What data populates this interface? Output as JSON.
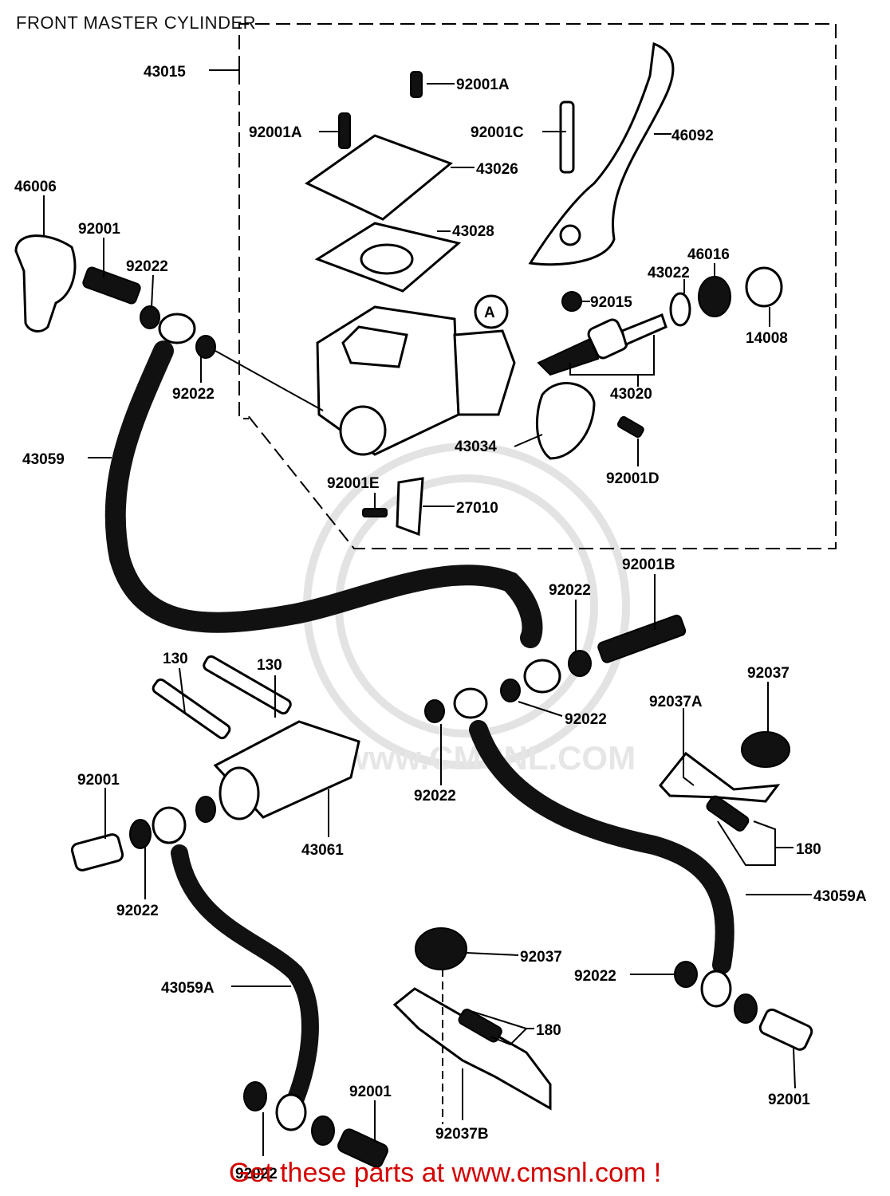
{
  "title": "FRONT MASTER CYLINDER",
  "footer": "Get these parts at www.cmsnl.com !",
  "watermark": "www.CMSNL.COM",
  "labels": {
    "l43015": "43015",
    "l92001A_top": "92001A",
    "l92001A_left": "92001A",
    "l92001C": "92001C",
    "l46092": "46092",
    "l43026": "43026",
    "l43028": "43028",
    "l46006": "46006",
    "l92001_a": "92001",
    "l92022_a": "92022",
    "l92022_b": "92022",
    "lA": "A",
    "l92015": "92015",
    "l43022": "43022",
    "l46016": "46016",
    "l14008": "14008",
    "l43020": "43020",
    "l43034": "43034",
    "l92001D": "92001D",
    "l43059": "43059",
    "l92001E": "92001E",
    "l27010": "27010",
    "l92001B": "92001B",
    "l92022_c": "92022",
    "l130_a": "130",
    "l130_b": "130",
    "l92022_d": "92022",
    "l92037": "92037",
    "l92037A": "92037A",
    "l92022_e": "92022",
    "l92001_b": "92001",
    "l43061": "43061",
    "l180_a": "180",
    "l43059A_r": "43059A",
    "l92022_f": "92022",
    "l92037_b": "92037",
    "l92022_g": "92022",
    "l43059A_l": "43059A",
    "l180_b": "180",
    "l92001_c": "92001",
    "l92037B": "92037B",
    "l92001_d": "92001",
    "l92022_h": "92022"
  }
}
